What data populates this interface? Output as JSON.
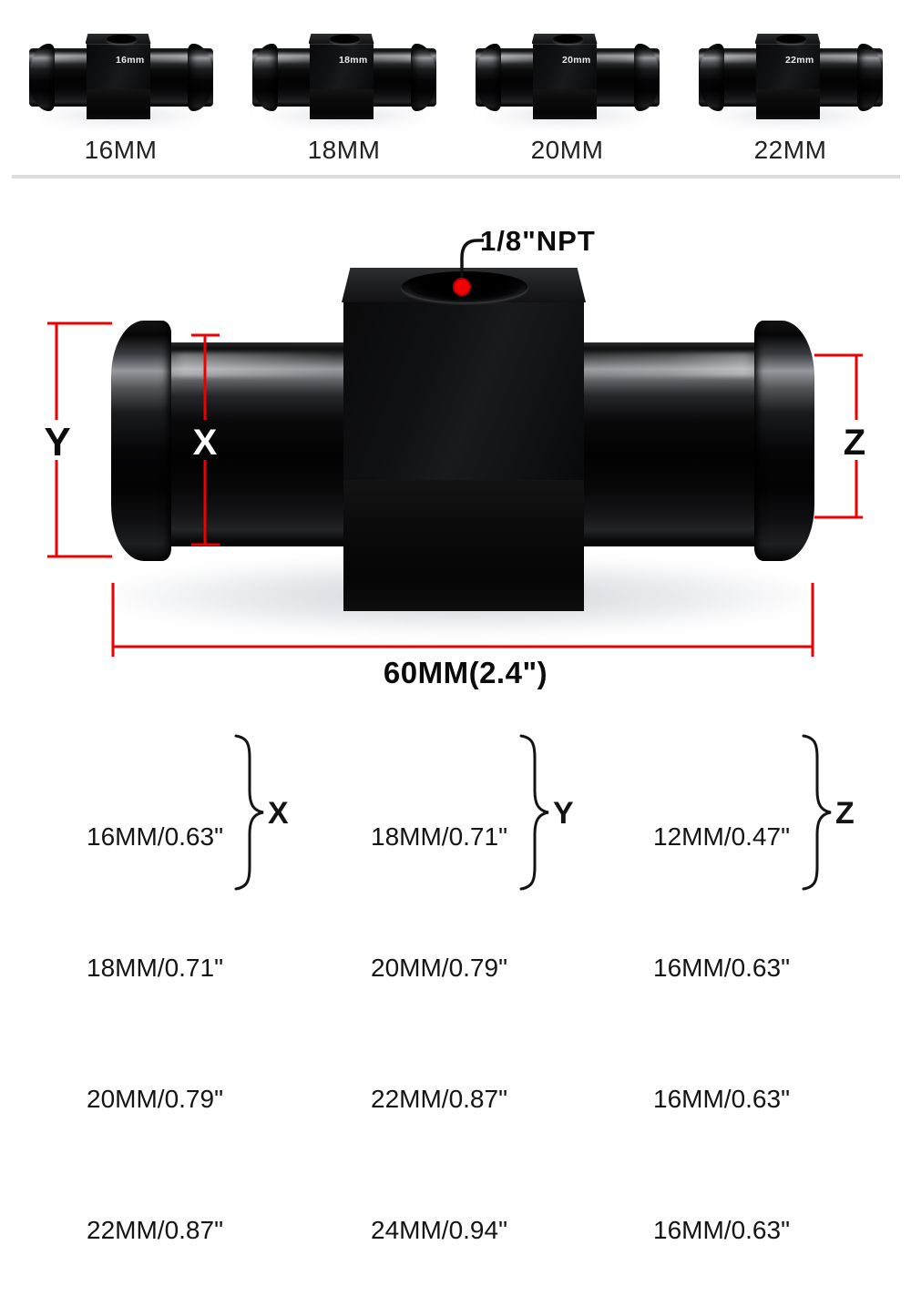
{
  "variant_row": {
    "items": [
      {
        "engraving": "16mm",
        "caption": "16MM"
      },
      {
        "engraving": "18mm",
        "caption": "18MM"
      },
      {
        "engraving": "20mm",
        "caption": "20MM"
      },
      {
        "engraving": "22mm",
        "caption": "22MM"
      }
    ]
  },
  "diagram": {
    "port_label": "1/8\"NPT",
    "length_label": "60MM(2.4\")",
    "dim_letters": {
      "x": "X",
      "y": "Y",
      "z": "Z"
    }
  },
  "spec_columns": [
    {
      "label": "X",
      "rows": [
        "16MM/0.63\"",
        "18MM/0.71\"",
        "20MM/0.79\"",
        "22MM/0.87\""
      ]
    },
    {
      "label": "Y",
      "rows": [
        "18MM/0.71\"",
        "20MM/0.79\"",
        "22MM/0.87\"",
        "24MM/0.94\""
      ]
    },
    {
      "label": "Z",
      "rows": [
        "12MM/0.47\"",
        "16MM/0.63\"",
        "16MM/0.63\"",
        "16MM/0.63\""
      ]
    }
  ],
  "colors": {
    "accent_red": "#ee0000",
    "marker_red": "#f40000",
    "divider_gray": "#dcdcdc",
    "text_dark": "#141414",
    "part_black": "#0a0a0b"
  }
}
